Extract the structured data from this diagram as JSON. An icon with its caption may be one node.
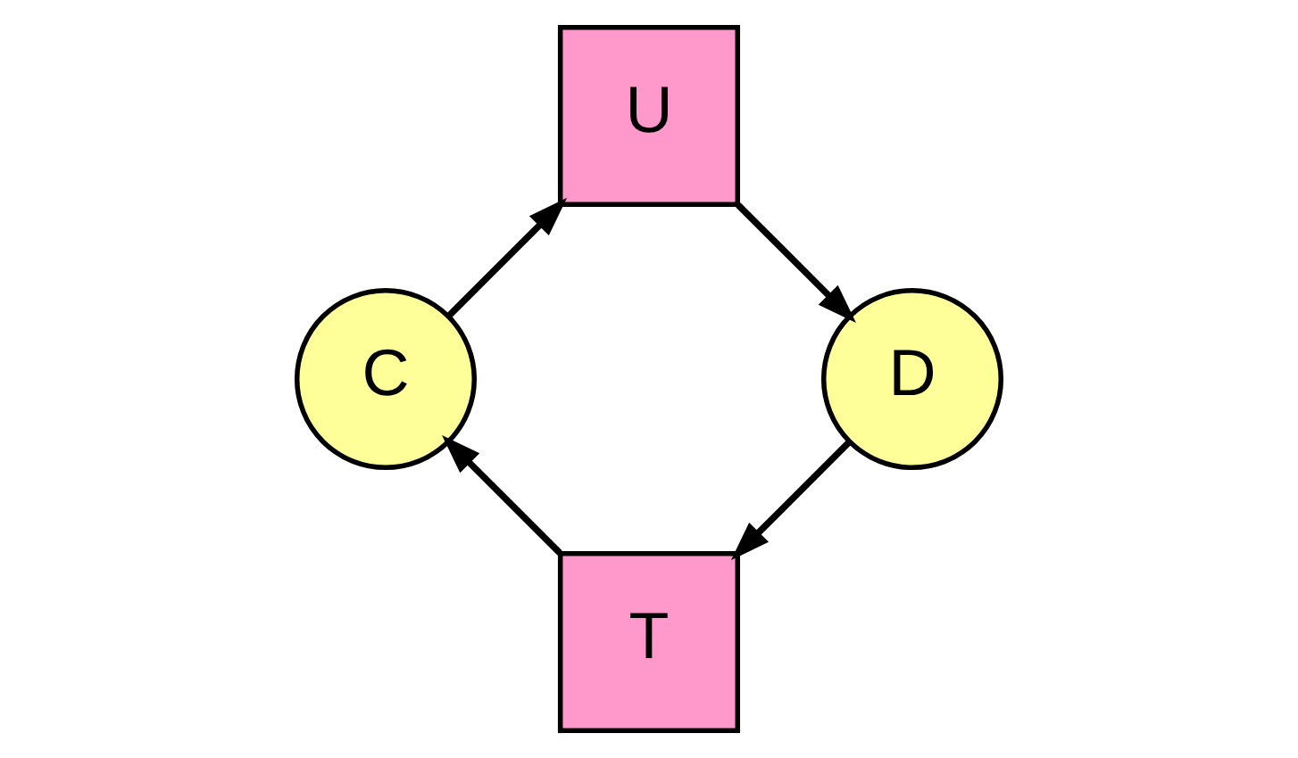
{
  "diagram": {
    "nodes": [
      {
        "text": [
          "T"
        ]
      },
      {
        "text": [
          "C"
        ]
      },
      {
        "text": [
          "D"
        ]
      },
      {
        "text": [
          "U"
        ]
      }
    ],
    "edges": [
      {
        "from": 0,
        "to": 1,
        "arrow": "to"
      },
      {
        "from": 1,
        "to": 3,
        "arrow": "to"
      },
      {
        "from": 3,
        "to": 2,
        "arrow": "to"
      },
      {
        "from": 2,
        "to": 0,
        "arrow": "to"
      }
    ]
  }
}
